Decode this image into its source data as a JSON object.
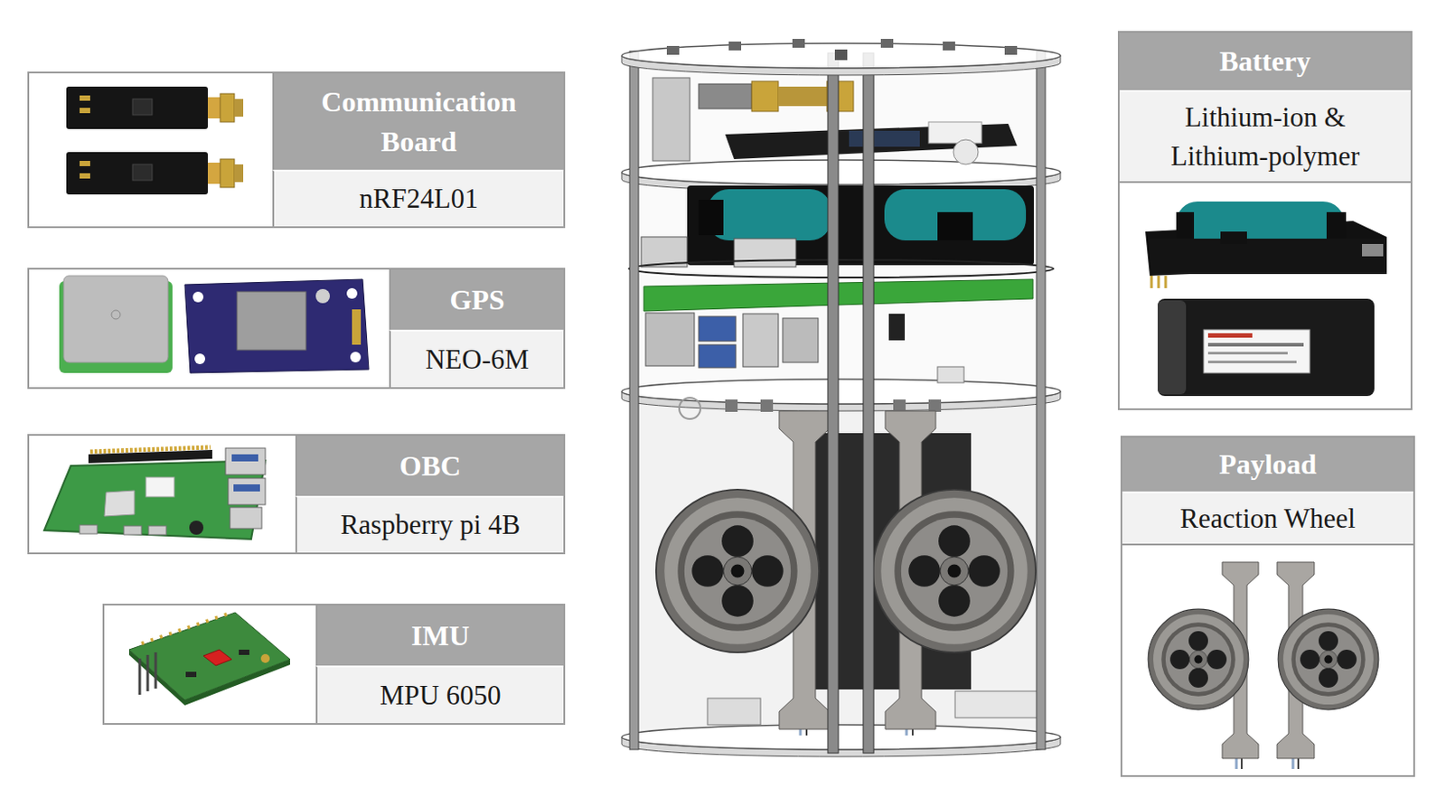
{
  "diagram": {
    "nodes": [
      {
        "text": [
          "Communication Board",
          "nRF24L01"
        ]
      },
      {
        "text": [
          "GPS",
          "NEO-6M"
        ]
      },
      {
        "text": [
          "OBC",
          "Raspberry pi 4B"
        ]
      },
      {
        "text": [
          "IMU",
          "MPU 6050"
        ]
      },
      {
        "text": [
          "Battery",
          "Lithium-ion & Lithium-polymer"
        ]
      },
      {
        "text": [
          "Payload",
          "Reaction Wheel"
        ]
      }
    ]
  }
}
